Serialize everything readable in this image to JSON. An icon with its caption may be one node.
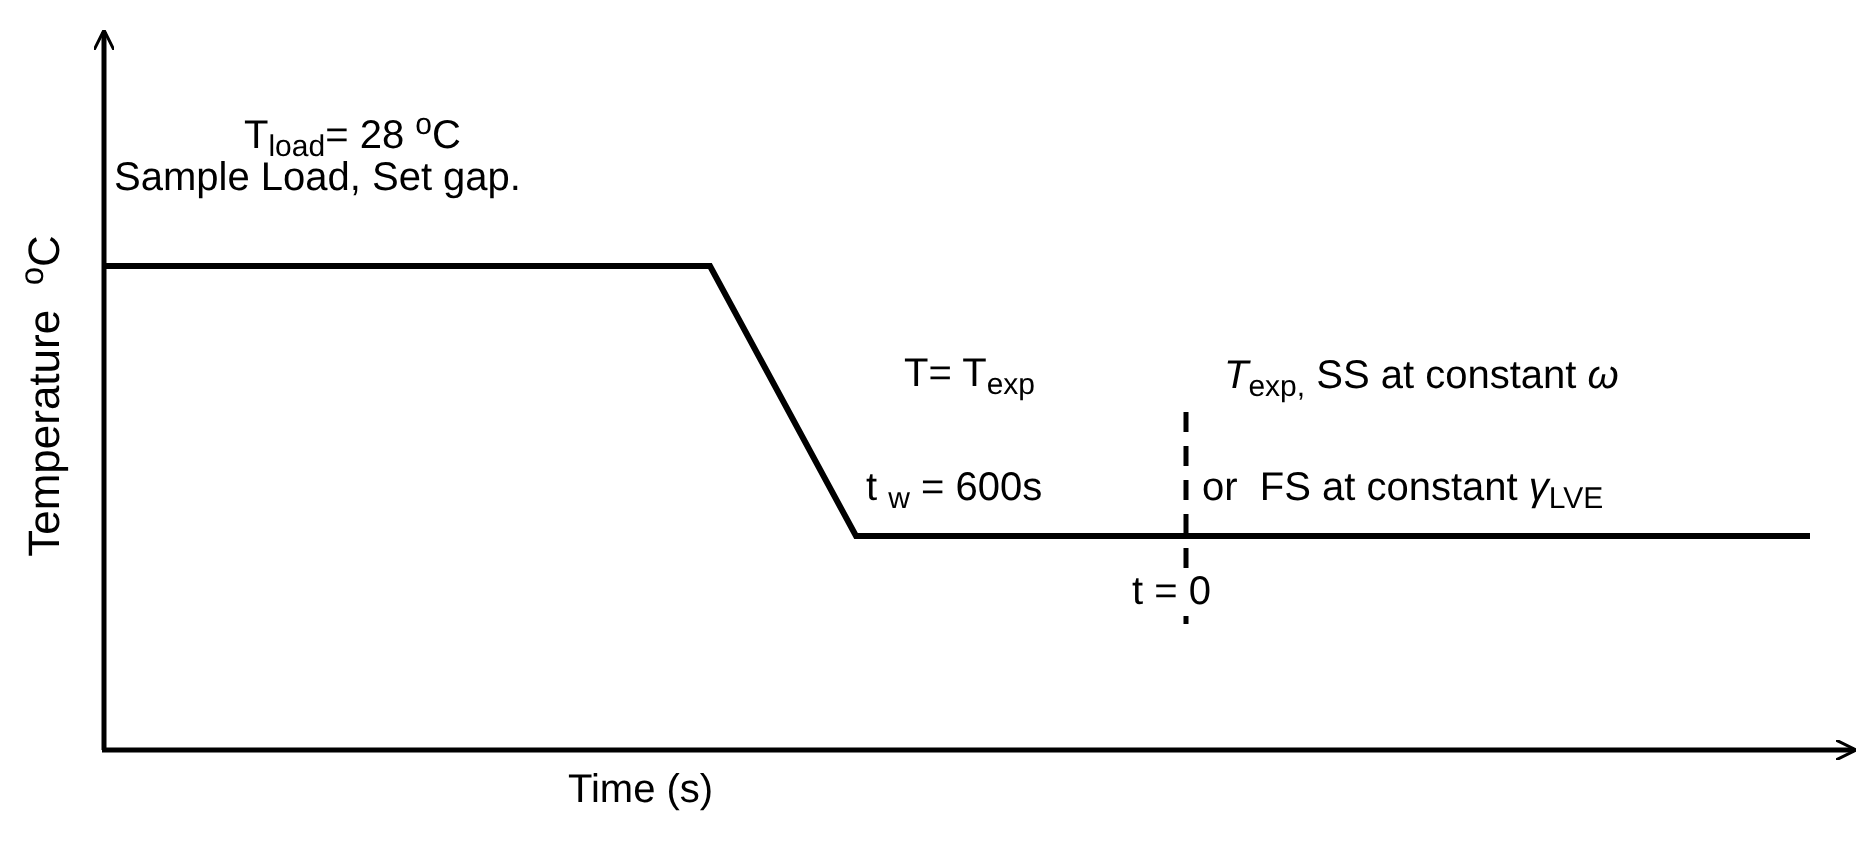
{
  "diagram": {
    "labels": [
      "T$_{load}$= 28 $^{o}$C",
      "Sample Load, Set gap.",
      "T= T$_{exp}$",
      "t $_{w}$ = 600s",
      "*T*$_{exp,}$ SS at constant *ω*",
      "or  FS at constant *γ*$_{LVE}$",
      "t = 0",
      "Temperature  $^{o}$C",
      "Time (s)"
    ]
  }
}
